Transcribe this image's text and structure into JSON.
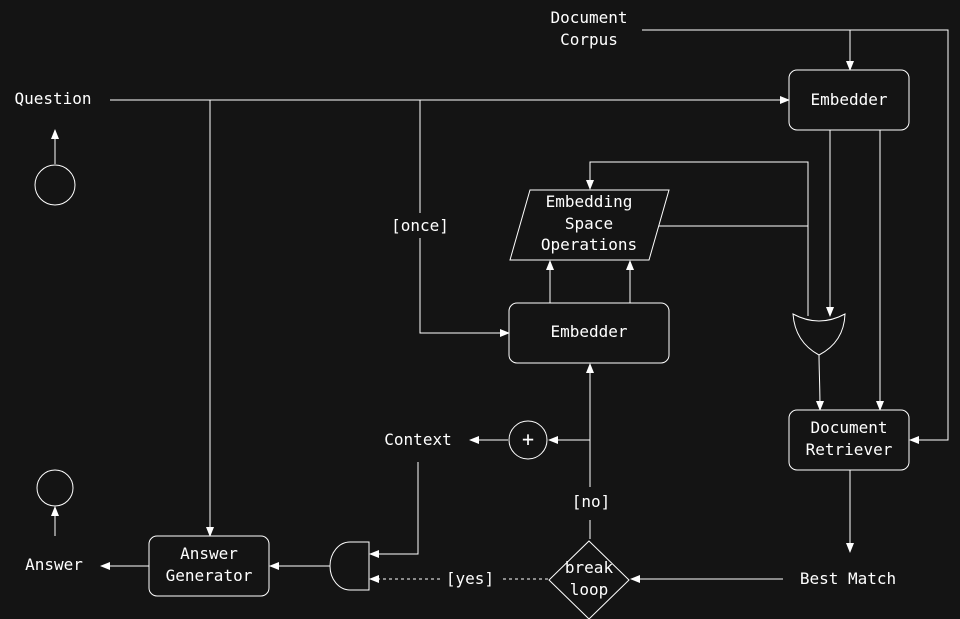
{
  "nodes": {
    "document_corpus": [
      "Document",
      "Corpus"
    ],
    "question": "Question",
    "embedder_top": "Embedder",
    "embedding_space": [
      "Embedding",
      "Space",
      "Operations"
    ],
    "embedder_mid": "Embedder",
    "document_retriever": [
      "Document",
      "Retriever"
    ],
    "context": "Context",
    "plus": "+",
    "answer_generator": [
      "Answer",
      "Generator"
    ],
    "answer": "Answer",
    "best_match": "Best Match",
    "break_loop": [
      "break",
      "loop"
    ]
  },
  "edge_labels": {
    "once": "[once]",
    "no": "[no]",
    "yes": "[yes]"
  },
  "colors": {
    "background": "#141414",
    "foreground": "#ffffff"
  }
}
